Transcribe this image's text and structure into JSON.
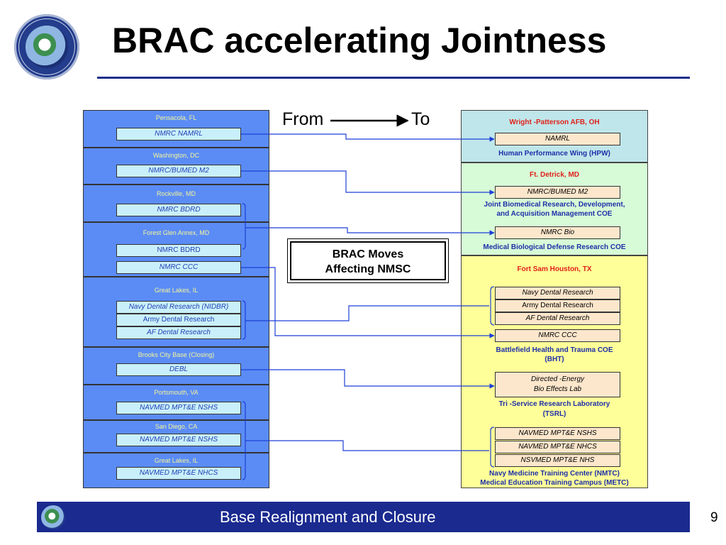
{
  "title": "BRAC accelerating Jointness",
  "legend": {
    "from": "From",
    "to": "To"
  },
  "brac_box": {
    "line1": "BRAC Moves",
    "line2": "Affecting NMSC"
  },
  "footer": {
    "text": "Base Realignment and Closure",
    "page": "9"
  },
  "colors": {
    "left_fill": "#5b8cf5",
    "unit_fill": "#c9f0fa",
    "right_unit_fill": "#fde7cc",
    "wright_fill": "#bfe6ea",
    "detrick_fill": "#d7fbd7",
    "samhouston_fill": "#ffff99",
    "accent_red": "#e0201a",
    "accent_blue": "#1e2fa8",
    "navy": "#1a2a8f"
  },
  "from_sites": [
    {
      "location": "Pensacola, FL",
      "units": [
        "NMRC NAMRL"
      ]
    },
    {
      "location": "Washington, DC",
      "units": [
        "NMRC/BUMED M2"
      ]
    },
    {
      "location": "Rockville, MD",
      "units": [
        "NMRC BDRD"
      ]
    },
    {
      "location": "Forest Glen Annex, MD",
      "units": [
        "NMRC BDRD",
        "NMRC CCC"
      ]
    },
    {
      "location": "Great Lakes, IL",
      "units": [
        "Navy Dental Research (NIDBR)",
        "Army Dental Research",
        "AF Dental Research"
      ]
    },
    {
      "location": "Brooks City Base (Closing)",
      "units": [
        "DEBL"
      ]
    },
    {
      "location": "Portsmouth, VA",
      "units": [
        "NAVMED MPT&E NSHS"
      ]
    },
    {
      "location": "San Diego, CA",
      "units": [
        "NAVMED MPT&E NSHS"
      ]
    },
    {
      "location": "Great Lakes, IL",
      "units": [
        "NAVMED MPT&E NHCS"
      ]
    }
  ],
  "to_sites": {
    "wright": {
      "location": "Wright  -Patterson AFB, OH",
      "units": [
        "NAMRL"
      ],
      "caption": "Human Performance Wing (HPW)"
    },
    "detrick": {
      "location": "Ft. Detrick, MD",
      "units": [
        "NMRC/BUMED M2",
        "NMRC Bio"
      ],
      "caption1": "Joint Biomedical Research, Development,",
      "caption2": "and Acquisition Management COE",
      "caption3": "Medical Biological Defense Research COE"
    },
    "samhouston": {
      "location": "Fort Sam Houston, TX",
      "dental_units": [
        "Navy Dental Research",
        "Army Dental Research",
        "AF  Dental Research"
      ],
      "ccc_unit": "NMRC CCC",
      "bht_caption1": "Battlefield Health and Trauma COE",
      "bht_caption2": "(BHT)",
      "debl_unit1": "Directed  -Energy",
      "debl_unit2": "Bio Effects Lab",
      "tsrl_caption1": "Tri -Service Research Laboratory",
      "tsrl_caption2": "(TSRL)",
      "training_units": [
        "NAVMED MPT&E NSHS",
        "NAVMED MPT&E NHCS",
        "NSVMED MPT&E NHS"
      ],
      "nmtc_caption1": "Navy Medicine Training Center (NMTC)",
      "nmtc_caption2": "Medical Education Training Campus (METC)"
    }
  }
}
